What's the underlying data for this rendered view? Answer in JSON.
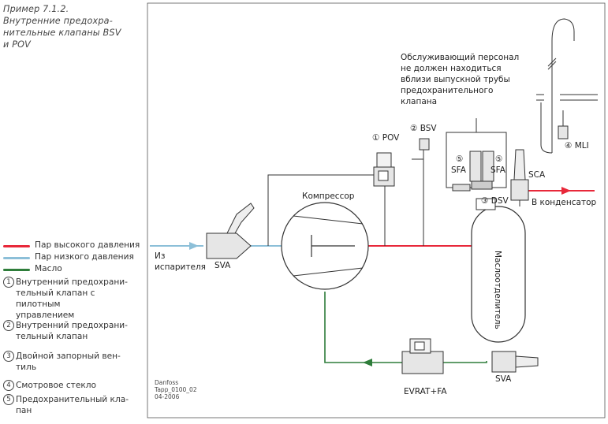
{
  "caption": [
    "Пример 7.1.2.",
    "Внутренние предохра-",
    "нительные клапаны BSV",
    "и POV"
  ],
  "legend": [
    {
      "label": "Пар высокого давления",
      "color": "#e8283a"
    },
    {
      "label": "Пар низкого давления",
      "color": "#8cbfd8"
    },
    {
      "label": "Масло",
      "color": "#2e7d3a"
    }
  ],
  "notes": [
    {
      "num": "1",
      "lines": [
        "Внутренний предохрани-",
        "тельный клапан с пилотным",
        "управлением"
      ]
    },
    {
      "num": "2",
      "lines": [
        "Внутренний предохрани-",
        "тельный клапан"
      ]
    },
    {
      "num": "3",
      "lines": [
        "Двойной запорный вен-",
        "тиль"
      ]
    },
    {
      "num": "4",
      "lines": [
        "Смотровое стекло"
      ]
    },
    {
      "num": "5",
      "lines": [
        "Предохранительный кла-",
        "пан"
      ]
    }
  ],
  "diagram": {
    "warning": [
      "Обслуживающий персонал",
      "не должен находиться",
      "вблизи выпускной трубы",
      "предохранительного",
      "клапана"
    ],
    "compressor": "Компрессор",
    "separator": "Маслоотделитель",
    "inlet": [
      "Из",
      "испарителя"
    ],
    "outlet": "В конденсатор",
    "pov": "① POV",
    "bsv": "② BSV",
    "dsv": "③ DSV",
    "mli": "④ MLI",
    "sfa_left": [
      "⑤",
      "SFA"
    ],
    "sfa_right": [
      "⑤",
      "SFA"
    ],
    "sca": "SCA",
    "sva_inlet": "SVA",
    "sva_oil": "SVA",
    "evrat": "EVRAT+FA",
    "stamp": [
      "Danfoss",
      "Tapp_0100_02",
      "04-2006"
    ]
  },
  "colors": {
    "high": "#e8283a",
    "low": "#8cbfd8",
    "oil": "#2e7d3a",
    "line": "#333333"
  }
}
